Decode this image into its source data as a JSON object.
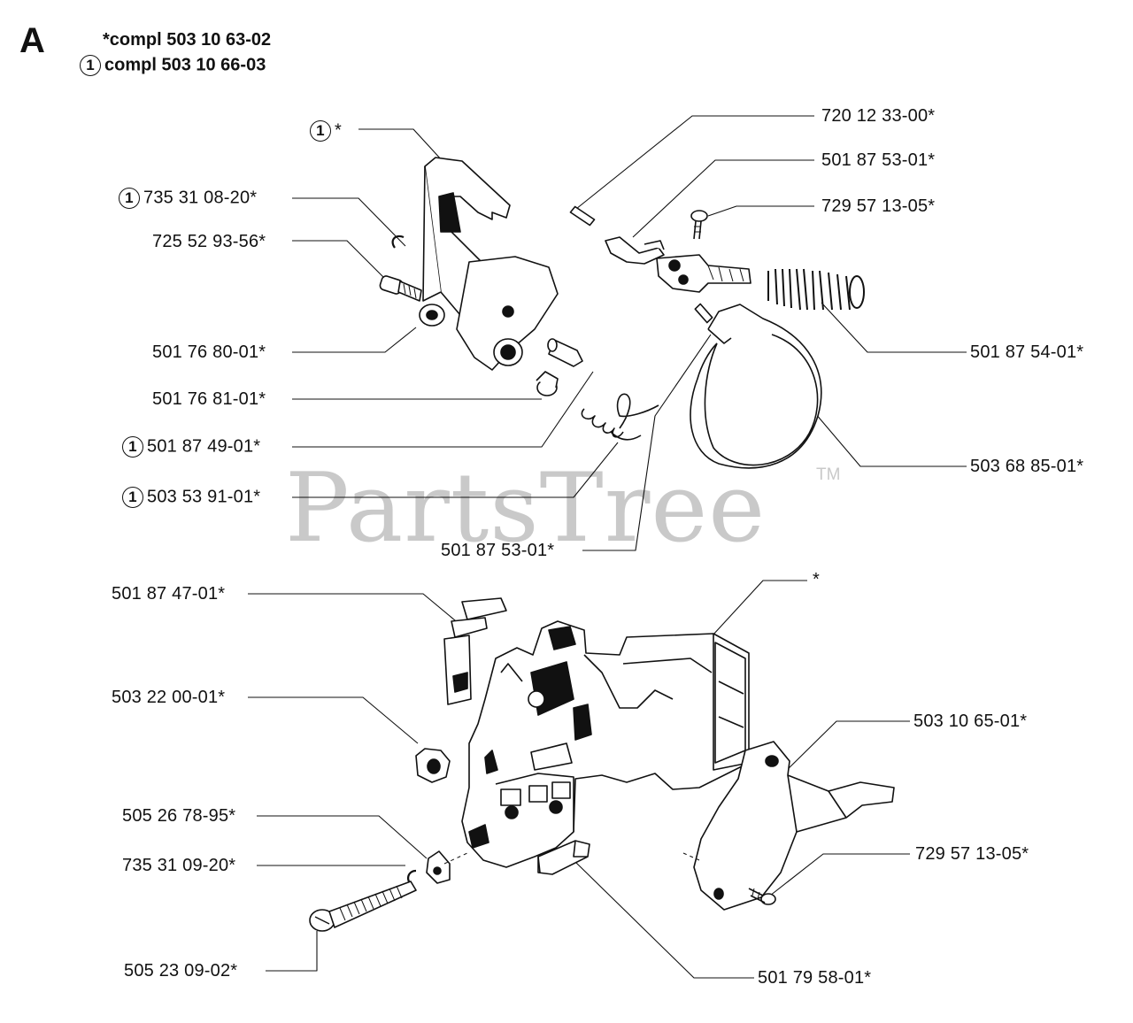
{
  "section_letter": "A",
  "header": {
    "line1": "*compl 503 10 63-02",
    "line2_badge": "1",
    "line2": "compl 503 10 66-03"
  },
  "watermark": {
    "text": "PartsTree",
    "mark": "TM",
    "color": "#c9c9c9"
  },
  "labels": {
    "top_star": {
      "badge": "1",
      "text": "*"
    },
    "p_735_31_08_20": {
      "badge": "1",
      "text": "735 31 08-20*"
    },
    "p_725_52_93_56": {
      "text": "725 52 93-56*"
    },
    "p_501_76_80_01": {
      "text": "501 76 80-01*"
    },
    "p_501_76_81_01": {
      "text": "501 76 81-01*"
    },
    "p_501_87_49_01": {
      "badge": "1",
      "text": "501 87 49-01*"
    },
    "p_503_53_91_01": {
      "badge": "1",
      "text": "503 53 91-01*"
    },
    "p_720_12_33_00": {
      "text": "720 12 33-00*"
    },
    "p_501_87_53_01_a": {
      "text": "501 87 53-01*"
    },
    "p_729_57_13_05_a": {
      "text": "729 57 13-05*"
    },
    "p_501_87_54_01": {
      "text": "501 87 54-01*"
    },
    "p_503_68_85_01": {
      "text": "503 68 85-01*"
    },
    "p_501_87_53_01_b": {
      "text": "501 87 53-01*"
    },
    "p_501_87_47_01": {
      "text": "501 87 47-01*"
    },
    "housing_star": {
      "text": "*"
    },
    "p_503_22_00_01": {
      "text": "503 22 00-01*"
    },
    "p_503_10_65_01": {
      "text": "503 10 65-01*"
    },
    "p_505_26_78_95": {
      "text": "505 26 78-95*"
    },
    "p_735_31_09_20": {
      "text": "735 31 09-20*"
    },
    "p_729_57_13_05_b": {
      "text": "729 57 13-05*"
    },
    "p_505_23_09_02": {
      "text": "505 23 09-02*"
    },
    "p_501_79_58_01": {
      "text": "501 79 58-01*"
    }
  }
}
